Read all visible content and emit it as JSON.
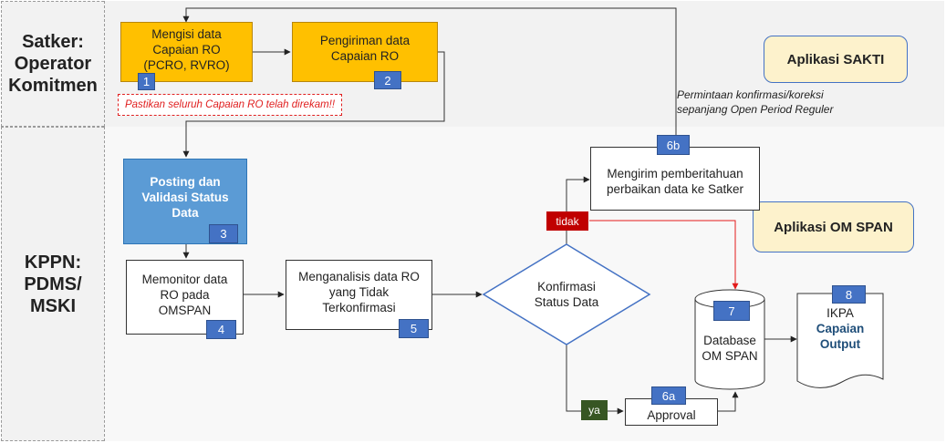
{
  "lanes": {
    "satker": {
      "label": "Satker:\nOperator\nKomitmen"
    },
    "kppn": {
      "label": "KPPN:\nPDMS/\nMSKI"
    }
  },
  "apps": {
    "sakti": "Aplikasi SAKTI",
    "omspan": "Aplikasi OM SPAN"
  },
  "steps": {
    "s1": {
      "label": "Mengisi data\nCapaian RO\n(PCRO, RVRO)",
      "num": "1"
    },
    "s2": {
      "label": "Pengiriman data\nCapaian RO",
      "num": "2"
    },
    "s3": {
      "label": "Posting dan\nValidasi Status\nData",
      "num": "3"
    },
    "s4": {
      "label": "Memonitor data\nRO pada\nOMSPAN",
      "num": "4"
    },
    "s5": {
      "label": "Menganalisis data RO\nyang Tidak\nTerkonfirmasi",
      "num": "5"
    },
    "decision": {
      "label": "Konfirmasi\nStatus Data"
    },
    "s6a": {
      "label": "Approval",
      "num": "6a"
    },
    "s6b": {
      "label": "Mengirim pemberitahuan\nperbaikan data ke Satker",
      "num": "6b"
    },
    "s7": {
      "label": "Database\nOM SPAN",
      "num": "7"
    },
    "s8": {
      "label_plain": "IKPA",
      "label_bold": "Capaian\nOutput",
      "num": "8"
    }
  },
  "warning": "Pastikan seluruh Capaian RO telah direkam!!",
  "note": "Permintaan konfirmasi/koreksi\nsepanjang Open Period Reguler",
  "tags": {
    "no": "tidak",
    "yes": "ya"
  },
  "colors": {
    "accent": "#4472c4",
    "step_orange": "#ffc000",
    "step_blue": "#5b9bd5",
    "no_red": "#c00000",
    "yes_green": "#375623",
    "lane_bg": "#f2f2f2"
  }
}
